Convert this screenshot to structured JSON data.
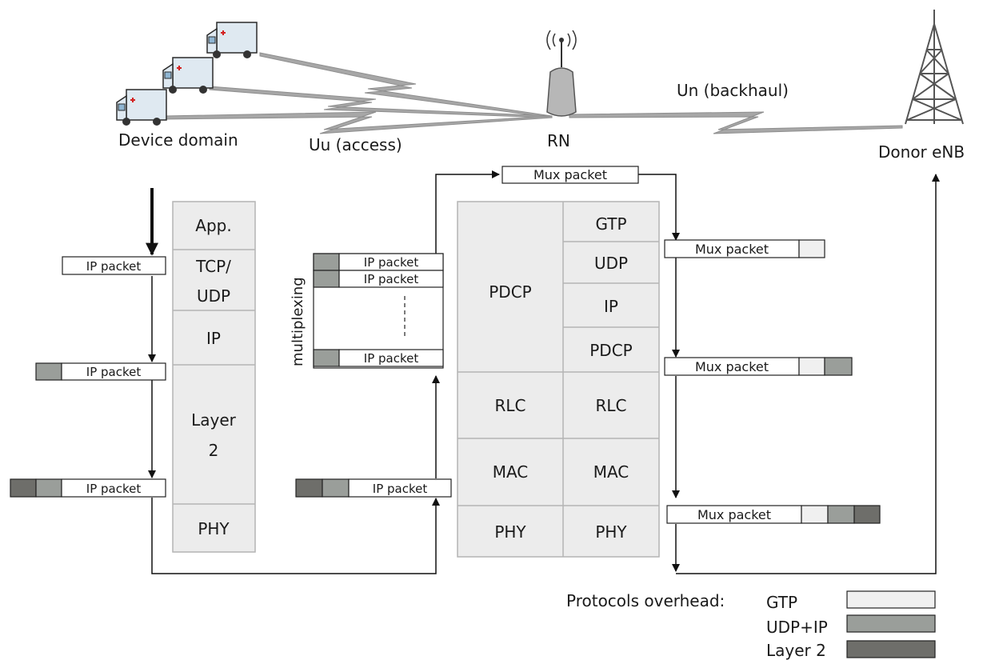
{
  "labels": {
    "device_domain": "Device domain",
    "uu": "Uu (access)",
    "rn": "RN",
    "un": "Un (backhaul)",
    "donor": "Donor eNB",
    "multiplexing": "multiplexing",
    "overhead_title": "Protocols overhead:"
  },
  "ue_stack": [
    "App.",
    "TCP/",
    "UDP",
    "IP",
    "Layer",
    "2",
    "PHY"
  ],
  "rn_stack": {
    "left": [
      "PDCP",
      "RLC",
      "MAC",
      "PHY"
    ],
    "right": [
      "GTP",
      "UDP",
      "IP",
      "PDCP",
      "RLC",
      "MAC",
      "PHY"
    ]
  },
  "packets": {
    "ip": "IP packet",
    "mux": "Mux packet"
  },
  "legend": [
    {
      "label": "GTP",
      "color": "#f0f0f0"
    },
    {
      "label": "UDP+IP",
      "color": "#9a9e9a"
    },
    {
      "label": "Layer 2",
      "color": "#6e6e6a"
    }
  ],
  "colors": {
    "stack_fill": "#ececec",
    "stack_stroke": "#b4b4b4",
    "link": "#9a9a9a",
    "ambulance_body": "#dfe9f1",
    "ambulance_cross": "#d32020"
  }
}
